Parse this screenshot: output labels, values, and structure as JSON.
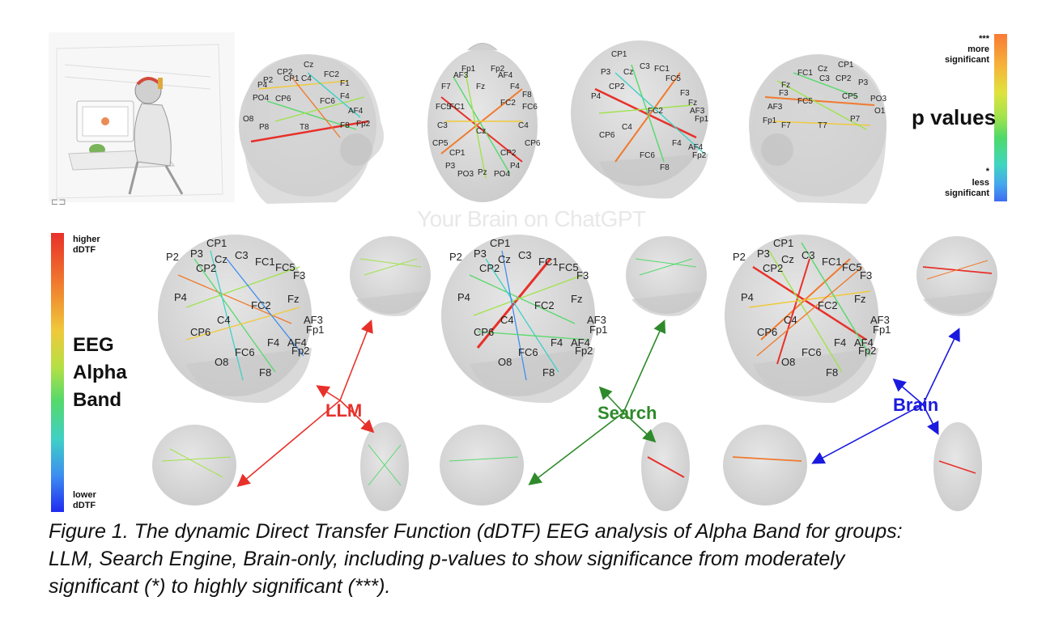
{
  "watermark": "Your Brain on ChatGPT",
  "pvalue_legend": {
    "title": "p values",
    "top_stars": "***",
    "top_label_1": "more",
    "top_label_2": "significant",
    "bottom_star": "*",
    "bottom_label_1": "less",
    "bottom_label_2": "significant",
    "gradient": [
      "#f97a35",
      "#f5b63a",
      "#dfe33c",
      "#9fe34c",
      "#4fd96a",
      "#3fd6c0",
      "#45a6ef",
      "#3f6cf0"
    ]
  },
  "dtf_legend": {
    "line1": "EEG",
    "line2": "Alpha",
    "line3": "Band",
    "top_label_1": "higher",
    "top_label_2": "dDTF",
    "bottom_label_1": "lower",
    "bottom_label_2": "dDTF",
    "gradient": [
      "#e8302a",
      "#f07a2e",
      "#f0c93a",
      "#b5e045",
      "#55d96a",
      "#3fd0c6",
      "#3d8ef0",
      "#1f2af0"
    ]
  },
  "groups": [
    {
      "label": "LLM",
      "color": "#e8302a"
    },
    {
      "label": "Search",
      "color": "#2e8a2a"
    },
    {
      "label": "Brain",
      "color": "#1a1adf"
    }
  ],
  "electrodes": {
    "top_left": [
      "CP2",
      "Cz",
      "P2",
      "CP1",
      "C4",
      "FC2",
      "P4",
      "F1",
      "PO4",
      "CP6",
      "FC6",
      "F4",
      "AF4",
      "O8",
      "P8",
      "T8",
      "F8",
      "Fp2"
    ],
    "top_center": [
      "Fp1",
      "Fp2",
      "AF3",
      "AF4",
      "F7",
      "Fz",
      "F4",
      "F8",
      "FC5",
      "FC1",
      "FC2",
      "FC6",
      "C3",
      "Cz",
      "C4",
      "CP5",
      "CP1",
      "CP2",
      "CP6",
      "P3",
      "Pz",
      "P4",
      "PO3",
      "PO4"
    ],
    "top_right": [
      "CP1",
      "C3",
      "FC1",
      "FC5",
      "P3",
      "CP2",
      "Cz",
      "F3",
      "P4",
      "C4",
      "FC2",
      "Fz",
      "AF3",
      "Fp1",
      "CP6",
      "FC6",
      "F4",
      "AF4",
      "Fp2",
      "F8"
    ],
    "top_far_right": [
      "FC1",
      "Cz",
      "CP1",
      "F3",
      "C3",
      "CP2",
      "P3",
      "Fz",
      "FC5",
      "CP5",
      "PO3",
      "AF3",
      "O1",
      "Fp1",
      "F7",
      "T7",
      "P7"
    ],
    "large_brain": [
      "CP1",
      "P3",
      "P2",
      "CP2",
      "Cz",
      "C3",
      "FC1",
      "FC5",
      "F3",
      "P4",
      "C4",
      "FC2",
      "Fz",
      "AF3",
      "Fp1",
      "CP6",
      "FC6",
      "F4",
      "AF4",
      "Fp2",
      "F8",
      "O8"
    ]
  },
  "caption": {
    "line1": "Figure 1. The dynamic Direct Transfer Function (dDTF) EEG analysis of Alpha Band for groups:",
    "line2": "LLM, Search Engine, Brain-only, including p-values to show significance from moderately",
    "line3": "significant (*) to highly significant (***)."
  },
  "colors": {
    "head_fill": "#d9d9d9",
    "head_stroke": "#bdbdbd",
    "text": "#111111"
  }
}
